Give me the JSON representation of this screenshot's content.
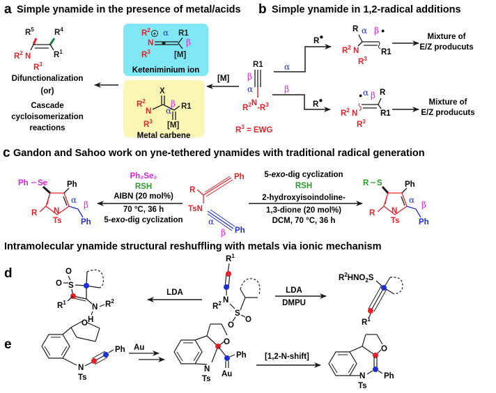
{
  "colors": {
    "red": "#e8202a",
    "blue": "#1f2fd6",
    "magenta": "#e020e0",
    "green": "#2a9a2a",
    "dark_green": "#1e7a3e",
    "keteniminium_bg": "#7fe8f4",
    "metal_carbene_bg": "#fbf6b4",
    "black": "#1a1a1a"
  },
  "panel_a": {
    "label": "a",
    "title": "Simple ynamide in the presence of metal/acids",
    "keteniminium_caption": "Keteniminium ion",
    "metal_carbene_caption": "Metal carbene",
    "reagent": "[M]",
    "outcome_lines": [
      "Difunctionalization",
      "(or)",
      "Cascade",
      "cycloisomerization",
      "reactions"
    ],
    "r3_note": "R",
    "r3_note_sup": "3",
    "r3_note_tail": " = EWG"
  },
  "panel_b": {
    "label": "b",
    "title": "Simple ynamide in 1,2-radical additions",
    "alpha_path": "α",
    "beta_path": "β",
    "radical": "R",
    "outcome_lines": [
      "Mixture of",
      "E/Z producuts"
    ]
  },
  "panel_c": {
    "label": "c",
    "title": "Gandon and Sahoo work on yne-tethered ynamides with traditional radical generation",
    "left_conditions": {
      "reagent1": "Ph₂Se₂",
      "reagent2": "RSH",
      "line3": "AIBN (20 mol%)",
      "line4": "70 °C, 36 h",
      "line5_pre": "5-",
      "line5_em": "exo",
      "line5_post": "-dig cyclization"
    },
    "right_conditions": {
      "line1_pre": "5-",
      "line1_em": "exo",
      "line1_post": "-dig cyclization",
      "reagent": "RSH",
      "line3": "2-hydroxyisoindoline-",
      "line4": "1,3-dione (20 mol%)",
      "line5": "DCM, 70 °C, 36 h"
    }
  },
  "section_ionic": {
    "title": "Intramolecular ynamide structural reshuffling with metals via ionic mechanism"
  },
  "panel_d": {
    "label": "d",
    "left_reagent": "LDA",
    "right_reagent_top": "LDA",
    "right_reagent_bottom": "DMPU",
    "product_right_group": "R²HNO₂S"
  },
  "panel_e": {
    "label": "e",
    "reagent_au": "Au",
    "shift_label": "[1,2-N-shift]"
  }
}
